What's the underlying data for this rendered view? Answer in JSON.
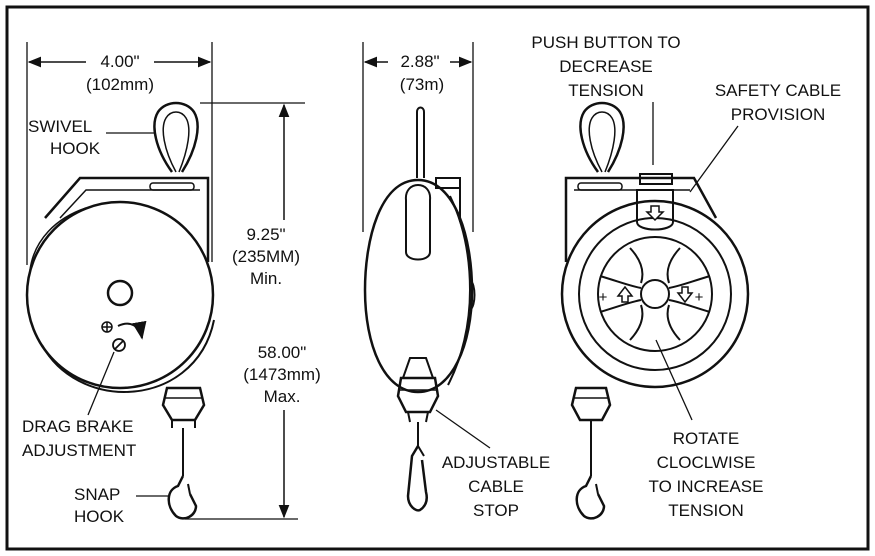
{
  "colors": {
    "ink": "#111111",
    "background": "#ffffff"
  },
  "icons": [
    "up-arrow-icon",
    "down-arrow-icon",
    "plus-icon",
    "rotate-arrow-icon",
    "screw-slot-icon",
    "adjust-symbol-icon"
  ],
  "dimensions": {
    "width_front": [
      "4.00\"",
      "(102mm)"
    ],
    "width_side": [
      "2.88\"",
      "(73m)"
    ],
    "min_height": [
      "9.25\"",
      "(235MM)",
      "Min."
    ],
    "max_height": [
      "58.00\"",
      "(1473mm)",
      "Max."
    ]
  },
  "labels": {
    "swivel_hook": [
      "SWIVEL",
      "HOOK"
    ],
    "drag_brake": [
      "DRAG BRAKE",
      "ADJUSTMENT"
    ],
    "snap_hook": [
      "SNAP",
      "HOOK"
    ],
    "push_button": [
      "PUSH BUTTON TO",
      "DECREASE",
      "TENSION"
    ],
    "safety_cable": [
      "SAFETY CABLE",
      "PROVISION"
    ],
    "adjustable_stop": [
      "ADJUSTABLE",
      "CABLE",
      "STOP"
    ],
    "rotate": [
      "ROTATE",
      "CLOCLWISE",
      "TO INCREASE",
      "TENSION"
    ]
  },
  "symbols": {
    "plus": "+"
  }
}
